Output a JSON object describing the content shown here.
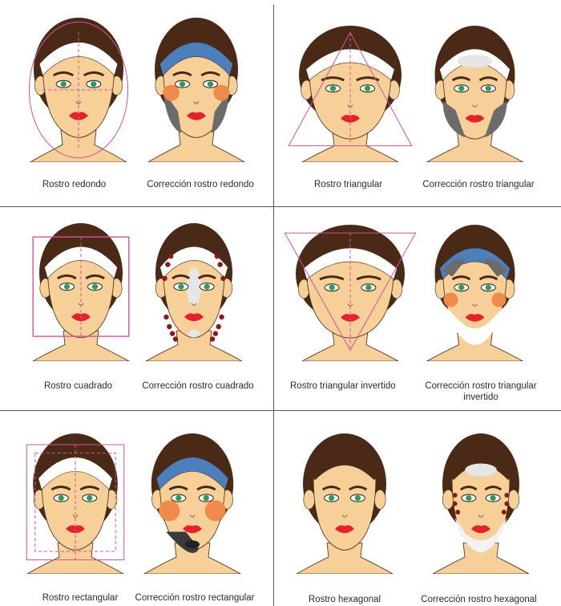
{
  "colors": {
    "skin": "#f7cf98",
    "skin_shade": "#e8b77a",
    "hair": "#4a2a17",
    "band_white": "#ffffff",
    "band_blue": "#4e7fbd",
    "guide_pink": "#d4529a",
    "contour_gray": "#6b6b6b",
    "blush_orange": "#f08a4b",
    "highlight": "#e6e6e6",
    "lips": "#e3222b",
    "eyes": "#2f9a55",
    "dots": "#8b1a1a"
  },
  "captions": {
    "round": "Rostro redondo",
    "round_fix": "Corrección rostro redondo",
    "triangular": "Rostro triangular",
    "triangular_fix": "Corrección rostro triangular",
    "square": "Rostro cuadrado",
    "square_fix": "Corrección rostro cuadrado",
    "inv_triangular": "Rostro triangular invertido",
    "inv_triangular_fix_1": "Corrección rostro triangular",
    "inv_triangular_fix_2": "invertido",
    "rectangular": "Rostro rectangular",
    "rectangular_fix": "Corrección rostro rectangular",
    "hexagonal": "Rostro hexagonal",
    "hexagonal_fix": "Corrección rostro hexagonal"
  }
}
